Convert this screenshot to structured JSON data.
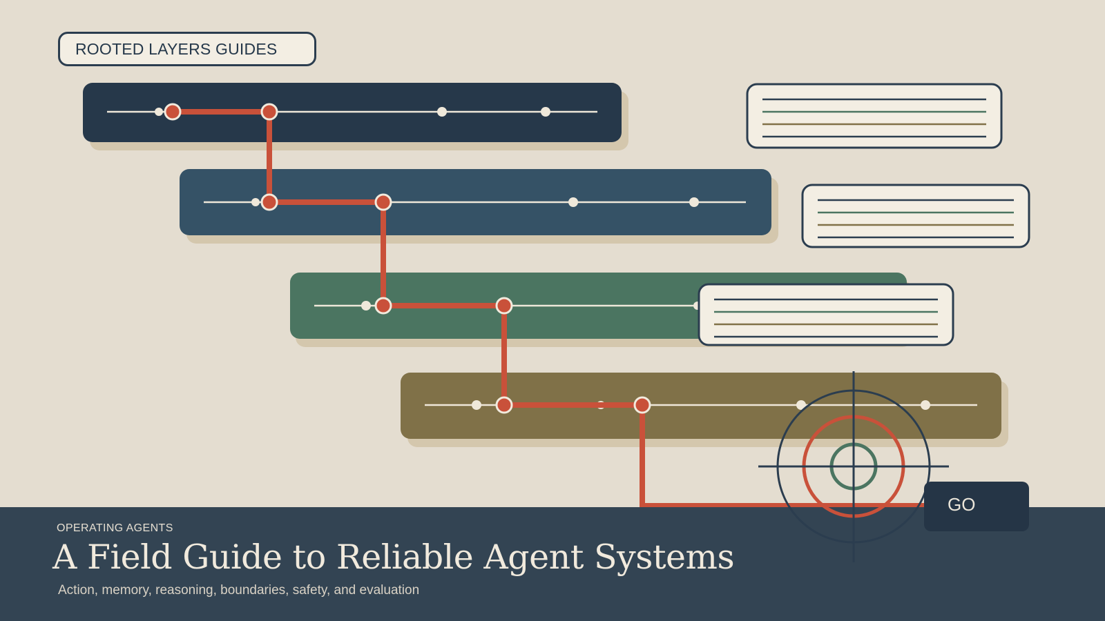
{
  "badge": {
    "label": "ROOTED LAYERS GUIDES"
  },
  "hero": {
    "kicker": "OPERATING AGENTS",
    "title": "A Field Guide to Reliable Agent Systems",
    "subtitle": "Action, memory, reasoning, boundaries, safety, and evaluation"
  },
  "cta": {
    "label": "GO"
  },
  "colors": {
    "background": "#e4ddd0",
    "layer_navy": "#26384a",
    "layer_slate": "#355266",
    "layer_green": "#4b7561",
    "layer_olive": "#807148",
    "route_red": "#c9513a",
    "footer": "#334453",
    "card_fill": "#f3eee3"
  },
  "icons": [
    "target-crosshair-icon",
    "note-card-icon"
  ]
}
